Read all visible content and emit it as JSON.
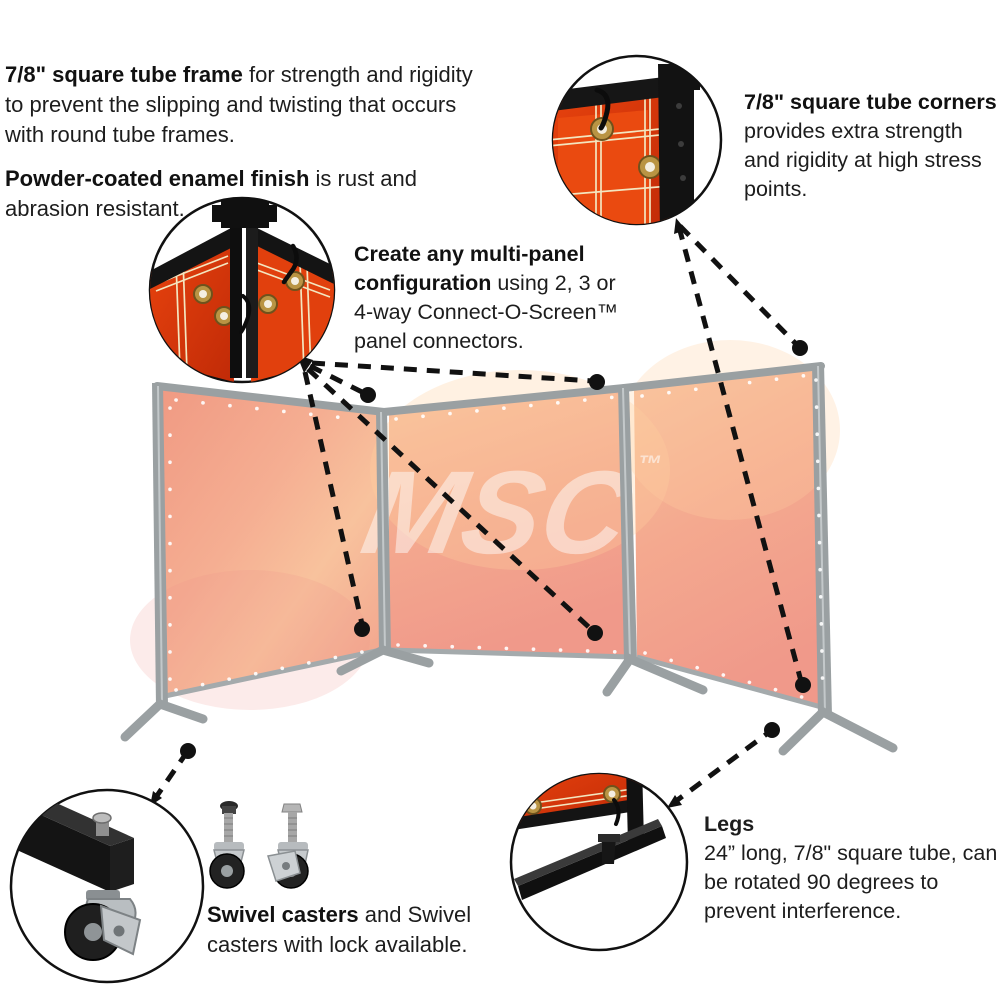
{
  "page": {
    "background": "#ffffff",
    "watermark": {
      "text": "MSC",
      "tm": "™"
    }
  },
  "annotations": {
    "frame": {
      "bold": "7/8\" square tube frame",
      "rest": " for strength and rigidity to prevent the slipping and twisting that occurs with round tube frames."
    },
    "finish": {
      "bold": "Powder-coated enamel finish",
      "rest": " is rust and abrasion resistant."
    },
    "corners": {
      "bold": "7/8\"  square tube corners",
      "rest": " provides extra strength and rigidity at high stress points."
    },
    "connectors": {
      "bold": "Create any multi-panel configuration",
      "rest": " using 2, 3 or 4-way Connect-O-Screen™ panel connectors."
    },
    "casters": {
      "bold": "Swivel casters",
      "rest": " and Swivel casters with lock available."
    },
    "legs": {
      "heading": "Legs",
      "body": "24” long, 7/8\" square tube, can be rotated 90 degrees to prevent interference."
    }
  },
  "colors": {
    "curtain_salmon": "#f3a58e",
    "inset_red": "#d93a10",
    "frame_gray": "#9aa0a2",
    "tube_black": "#151515",
    "ink": "#1d1d1d"
  }
}
